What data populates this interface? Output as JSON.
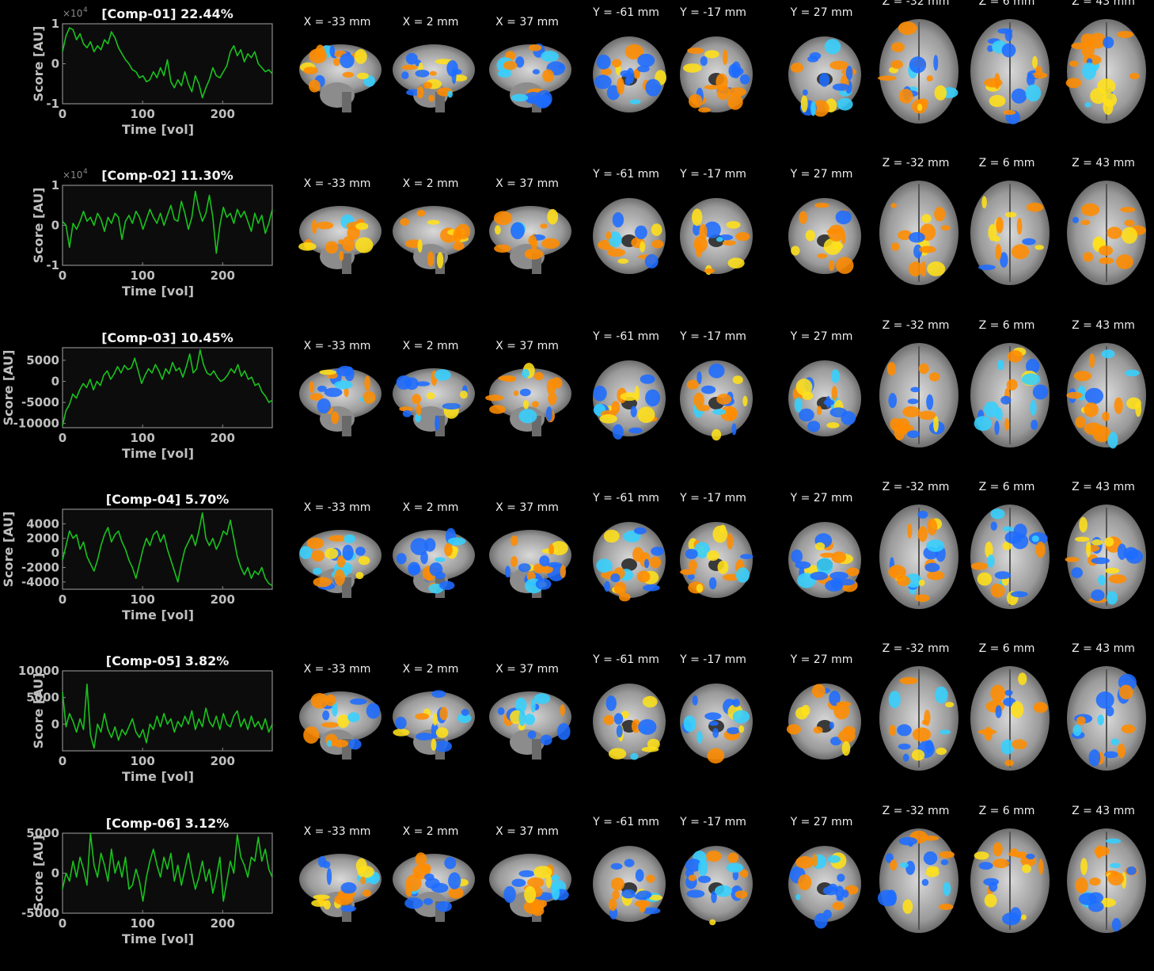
{
  "figure": {
    "background": "#000000",
    "trace_color": "#19c21d",
    "axes_color": "#8a8a8a",
    "label_color": "#bfbfbf",
    "activation_positive": "#ff8c00",
    "activation_positive_hot": "#ffe01a",
    "activation_negative": "#1e6cff",
    "activation_negative_hot": "#35d0ff"
  },
  "slice_labels": {
    "sagittal": [
      "X = -33 mm",
      "X = 2 mm",
      "X = 37 mm"
    ],
    "coronal": [
      "Y = -61 mm",
      "Y = -17 mm",
      "Y = 27 mm"
    ],
    "axial": [
      "Z = -32 mm",
      "Z = 6 mm",
      "Z = 43 mm"
    ]
  },
  "chart_data": [
    {
      "type": "line",
      "title": "[Comp-01] 22.44%",
      "xlabel": "Time [vol]",
      "ylabel": "Score [AU]",
      "exponent_label": "×10",
      "exponent_power": "4",
      "xlim": [
        0,
        262
      ],
      "ylim": [
        -1,
        1
      ],
      "xticks": [
        "0",
        "100",
        "200"
      ],
      "yticks": [
        "-1",
        "0",
        "1"
      ],
      "ytick_values": [
        -1,
        0,
        1
      ],
      "y": [
        0.3,
        0.7,
        0.9,
        0.85,
        0.6,
        0.75,
        0.5,
        0.4,
        0.55,
        0.3,
        0.45,
        0.35,
        0.6,
        0.5,
        0.8,
        0.65,
        0.4,
        0.25,
        0.1,
        0.0,
        -0.15,
        -0.2,
        -0.35,
        -0.3,
        -0.45,
        -0.4,
        -0.2,
        -0.35,
        -0.1,
        -0.3,
        0.1,
        -0.45,
        -0.6,
        -0.4,
        -0.55,
        -0.2,
        -0.5,
        -0.7,
        -0.3,
        -0.5,
        -0.85,
        -0.6,
        -0.4,
        -0.1,
        -0.3,
        -0.35,
        -0.2,
        -0.05,
        0.3,
        0.45,
        0.2,
        0.35,
        0.05,
        0.25,
        0.15,
        0.3,
        0.0,
        -0.1,
        -0.2,
        -0.15,
        -0.25
      ]
    },
    {
      "type": "line",
      "title": "[Comp-02] 11.30%",
      "xlabel": "Time [vol]",
      "ylabel": "Score [AU]",
      "exponent_label": "×10",
      "exponent_power": "4",
      "xlim": [
        0,
        262
      ],
      "ylim": [
        -1,
        1
      ],
      "xticks": [
        "0",
        "100",
        "200"
      ],
      "yticks": [
        "-1",
        "0",
        "1"
      ],
      "ytick_values": [
        -1,
        0,
        1
      ],
      "y": [
        0.1,
        0.0,
        -0.55,
        0.05,
        -0.1,
        0.1,
        0.35,
        0.1,
        0.2,
        0.0,
        0.3,
        0.15,
        -0.15,
        0.2,
        0.05,
        0.3,
        0.2,
        -0.35,
        0.1,
        0.25,
        0.05,
        0.35,
        0.2,
        -0.1,
        0.15,
        0.4,
        0.2,
        0.05,
        0.3,
        0.0,
        0.25,
        0.5,
        0.15,
        0.1,
        0.6,
        0.3,
        -0.1,
        0.2,
        0.85,
        0.4,
        0.1,
        0.3,
        0.75,
        0.2,
        -0.7,
        0.0,
        0.45,
        0.2,
        0.3,
        0.05,
        0.4,
        0.2,
        0.35,
        0.1,
        -0.15,
        0.3,
        0.05,
        0.25,
        -0.2,
        0.05,
        0.4
      ]
    },
    {
      "type": "line",
      "title": "[Comp-03] 10.45%",
      "xlabel": "Time [vol]",
      "ylabel": "Score [AU]",
      "xlim": [
        0,
        262
      ],
      "ylim": [
        -11000,
        8000
      ],
      "xticks": [
        "0",
        "100",
        "200"
      ],
      "yticks": [
        "-10000",
        "-5000",
        "0",
        "5000"
      ],
      "ytick_values": [
        -10000,
        -5000,
        0,
        5000
      ],
      "y": [
        -10500,
        -7000,
        -5500,
        -3000,
        -4000,
        -2000,
        -500,
        -1500,
        500,
        -2000,
        0,
        -1000,
        1500,
        2500,
        500,
        1800,
        3500,
        2000,
        3800,
        2800,
        3200,
        5500,
        2500,
        -500,
        1500,
        3000,
        2000,
        4000,
        2500,
        500,
        3000,
        1800,
        4500,
        2500,
        3200,
        1000,
        3500,
        6500,
        2000,
        3000,
        7500,
        4000,
        2000,
        1500,
        2500,
        1000,
        0,
        500,
        1500,
        3000,
        2000,
        4000,
        1200,
        2500,
        500,
        1000,
        -1000,
        -500,
        -2500,
        -3500,
        -5000,
        -4500
      ]
    },
    {
      "type": "line",
      "title": "[Comp-04] 5.70%",
      "xlabel": "Time [vol]",
      "ylabel": "Score [AU]",
      "xlim": [
        0,
        262
      ],
      "ylim": [
        -5000,
        6000
      ],
      "xticks": [
        "0",
        "100",
        "200"
      ],
      "yticks": [
        "-4000",
        "-2000",
        "0",
        "2000",
        "4000"
      ],
      "ytick_values": [
        -4000,
        -2000,
        0,
        2000,
        4000
      ],
      "y": [
        -1000,
        1000,
        3000,
        2000,
        2500,
        500,
        1500,
        -500,
        -1500,
        -2500,
        -1000,
        1000,
        2500,
        3500,
        1500,
        2500,
        3000,
        1500,
        500,
        -1000,
        -2000,
        -3500,
        -1500,
        500,
        2000,
        1000,
        2500,
        3000,
        1500,
        2500,
        500,
        -1000,
        -2500,
        -4000,
        -1500,
        500,
        1500,
        2500,
        1000,
        3000,
        5500,
        2000,
        1000,
        2000,
        500,
        1500,
        3000,
        2500,
        4500,
        2000,
        -500,
        -2000,
        -3000,
        -2000,
        -3500,
        -2500,
        -3000,
        -2000,
        -3500,
        -4200,
        -4500
      ]
    },
    {
      "type": "line",
      "title": "[Comp-05] 3.82%",
      "xlabel": "Time [vol]",
      "ylabel": "Score [AU]",
      "xlim": [
        0,
        262
      ],
      "ylim": [
        -5000,
        10000
      ],
      "xticks": [
        "0",
        "100",
        "200"
      ],
      "yticks": [
        "0",
        "5000",
        "10000"
      ],
      "ytick_values": [
        0,
        5000,
        10000
      ],
      "y": [
        6000,
        -500,
        2000,
        500,
        -1500,
        1000,
        -1000,
        7500,
        -2000,
        -4500,
        0,
        -1500,
        2000,
        -1000,
        -2500,
        -500,
        -3000,
        -1000,
        -2000,
        -500,
        1000,
        -1500,
        -2500,
        -1000,
        -3500,
        0,
        -1000,
        1500,
        -500,
        2000,
        0,
        1000,
        -1500,
        500,
        -500,
        1500,
        0,
        2500,
        -1000,
        1000,
        -500,
        3000,
        500,
        -500,
        1500,
        -1000,
        2000,
        0,
        -500,
        1500,
        2500,
        -500,
        1000,
        -1000,
        1500,
        -500,
        500,
        -1000,
        1000,
        -1500,
        0
      ]
    },
    {
      "type": "line",
      "title": "[Comp-06] 3.12%",
      "xlabel": "Time [vol]",
      "ylabel": "Score [AU]",
      "xlim": [
        0,
        262
      ],
      "ylim": [
        -5000,
        5000
      ],
      "xticks": [
        "0",
        "100",
        "200"
      ],
      "yticks": [
        "-5000",
        "0",
        "5000"
      ],
      "ytick_values": [
        -5000,
        0,
        5000
      ],
      "y": [
        -2000,
        0,
        -1000,
        1500,
        -500,
        2000,
        500,
        -1500,
        5000,
        1000,
        -500,
        2500,
        1000,
        -1000,
        3000,
        0,
        1500,
        -500,
        2000,
        -2000,
        -1500,
        500,
        -1000,
        -3500,
        -500,
        1500,
        3000,
        1000,
        -500,
        2000,
        500,
        2500,
        -1000,
        1000,
        -1500,
        500,
        2500,
        0,
        -2000,
        -500,
        1500,
        -1000,
        500,
        -2500,
        -500,
        2000,
        -3500,
        -1000,
        1500,
        0,
        4800,
        2000,
        1000,
        -500,
        2000,
        1500,
        4500,
        1500,
        3000,
        500,
        -500
      ]
    }
  ]
}
